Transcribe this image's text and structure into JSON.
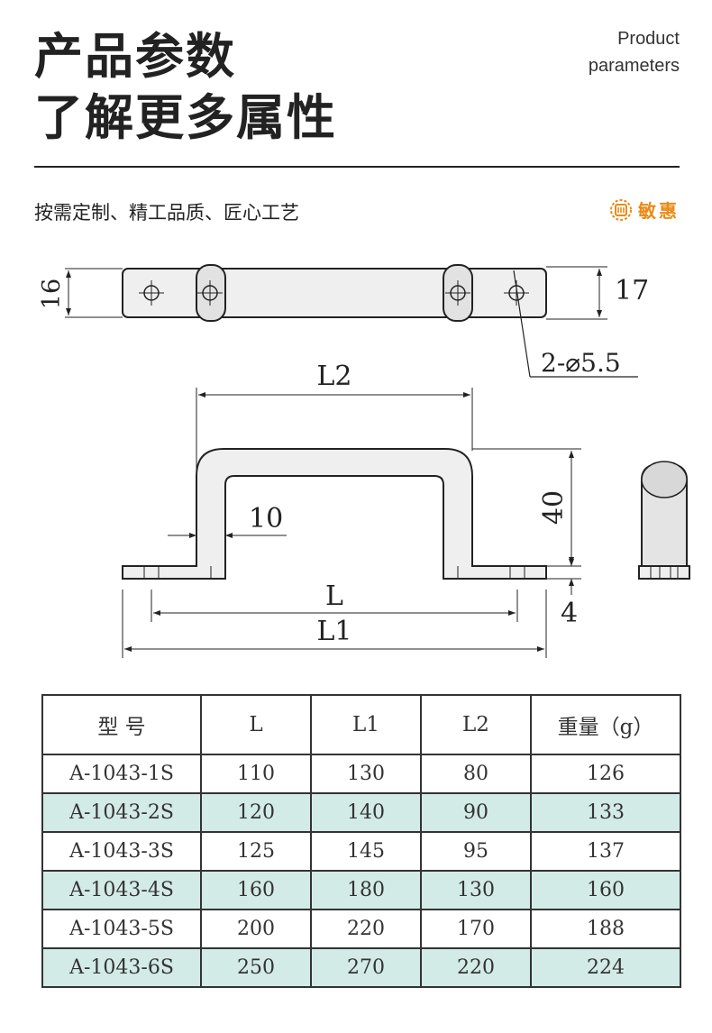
{
  "header": {
    "title_line1": "产品参数",
    "title_line2": "了解更多属性",
    "en_line1": "Product",
    "en_line2": "parameters"
  },
  "tagline": "按需定制、精工品质、匠心工艺",
  "brand": {
    "name": "敏惠",
    "color": "#e98b17",
    "icon": "minhui-logo-icon"
  },
  "drawing": {
    "dim_height_left": "16",
    "dim_height_right": "17",
    "dim_hole": "2-⌀5.5",
    "dim_L2": "L2",
    "dim_wall": "10",
    "dim_height": "40",
    "dim_base": "4",
    "dim_L": "L",
    "dim_L1": "L1"
  },
  "table": {
    "headers": [
      "型 号",
      "L",
      "L1",
      "L2",
      "重量（g）"
    ],
    "rows": [
      [
        "A-1043-1S",
        "110",
        "130",
        "80",
        "126"
      ],
      [
        "A-1043-2S",
        "120",
        "140",
        "90",
        "133"
      ],
      [
        "A-1043-3S",
        "125",
        "145",
        "95",
        "137"
      ],
      [
        "A-1043-4S",
        "160",
        "180",
        "130",
        "160"
      ],
      [
        "A-1043-5S",
        "200",
        "220",
        "170",
        "188"
      ],
      [
        "A-1043-6S",
        "250",
        "270",
        "220",
        "224"
      ]
    ],
    "alt_row_color": "#d3ebe7"
  }
}
